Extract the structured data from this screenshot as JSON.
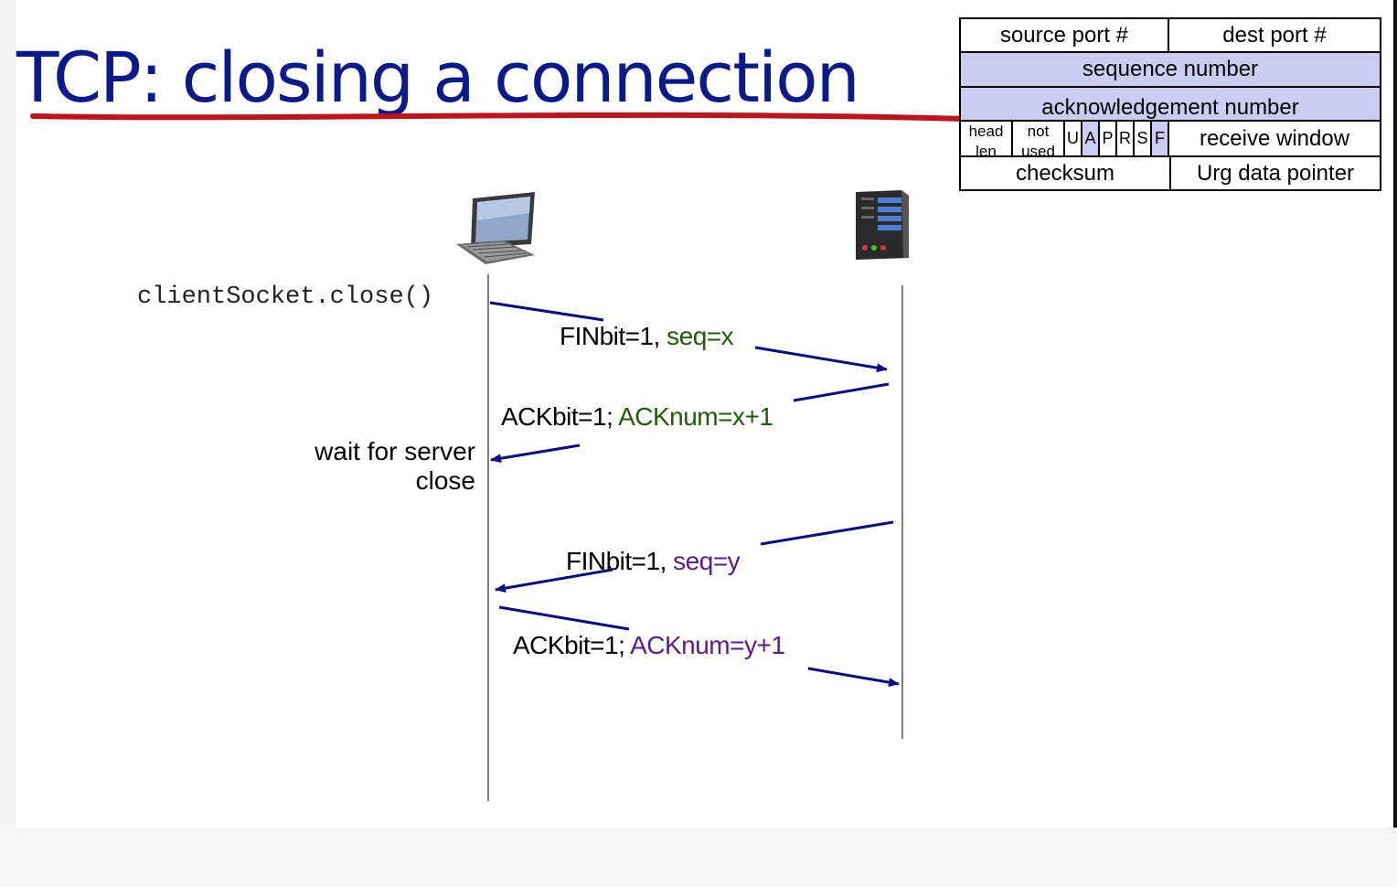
{
  "slide": {
    "title": "TCP: closing a connection"
  },
  "tcp_header": {
    "source_port": "source port #",
    "dest_port": "dest port #",
    "sequence_number": "sequence number",
    "acknowledgement_number": "acknowledgement number",
    "head_len": "head len",
    "not_used": "not used",
    "flags": [
      "U",
      "A",
      "P",
      "R",
      "S",
      "F"
    ],
    "highlighted_flags": [
      "A",
      "F"
    ],
    "receive_window": "receive window",
    "checksum": "checksum",
    "urg_data_pointer": "Urg data pointer",
    "highlight_color": "#ccccf2"
  },
  "sequence": {
    "client_call": "clientSocket.close()",
    "msg1": {
      "black": "FINbit=1, ",
      "colored": "seq=x",
      "color": "green"
    },
    "msg2": {
      "black": "ACKbit=1; ",
      "colored": "ACKnum=x+1",
      "color": "green"
    },
    "client_state": [
      "wait for server",
      "close"
    ],
    "msg3": {
      "black": "FINbit=1, ",
      "colored": "seq=y",
      "color": "purple"
    },
    "msg4": {
      "black": "ACKbit=1; ",
      "colored": "ACKnum=y+1",
      "color": "purple"
    }
  },
  "colors": {
    "title": "#0a1a8c",
    "title_underline": "#c0131b",
    "arrows": "#0a0a8c",
    "green": "#1f5c0a",
    "purple": "#5b1b8f"
  },
  "icons": {
    "client": "desktop-computer-icon",
    "server": "server-tower-icon"
  }
}
